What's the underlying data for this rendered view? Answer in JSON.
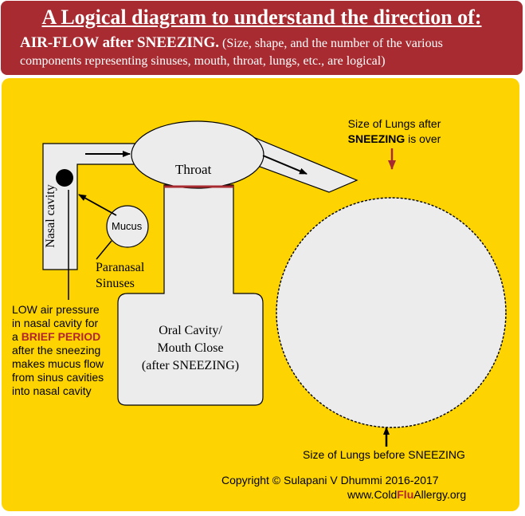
{
  "header": {
    "title": "A Logical diagram to understand the direction of:",
    "subtitle_bold": "AIR-FLOW after SNEEZING.",
    "subtitle_rest": " (Size, shape, and the number of the various components representing sinuses, mouth, throat, lungs, etc., are logical)"
  },
  "labels": {
    "nasal_cavity": "Nasal cavity",
    "throat": "Throat",
    "mucus": "Mucus",
    "paranasal_line1": "Paranasal",
    "paranasal_line2": "Sinuses",
    "oral_line1": "Oral Cavity/",
    "oral_line2": "Mouth Close",
    "oral_line3": "(after SNEEZING)",
    "lungs_after_line1": "Size of Lungs after",
    "lungs_after_bold": "SNEEZING",
    "lungs_after_rest": " is over",
    "lungs_before": "Size of Lungs before SNEEZING"
  },
  "note": {
    "line1": "LOW air pressure",
    "line2": "in nasal cavity for",
    "line3_prefix": "a ",
    "line3_highlight": "BRIEF PERIOD",
    "line4": "after the sneezing",
    "line5": "makes mucus flow",
    "line6": "from sinus cavities",
    "line7": "into nasal cavity"
  },
  "footer": {
    "copyright": "Copyright © Sulapani V Dhummi 2016-2017",
    "site_prefix": "www.Cold",
    "site_highlight": "Flu",
    "site_suffix": "Allergy.org"
  },
  "colors": {
    "header_bg": "#a72b30",
    "panel_bg": "#fdd402",
    "highlight_red": "#b2262b",
    "shape_fill": "#ececec"
  }
}
